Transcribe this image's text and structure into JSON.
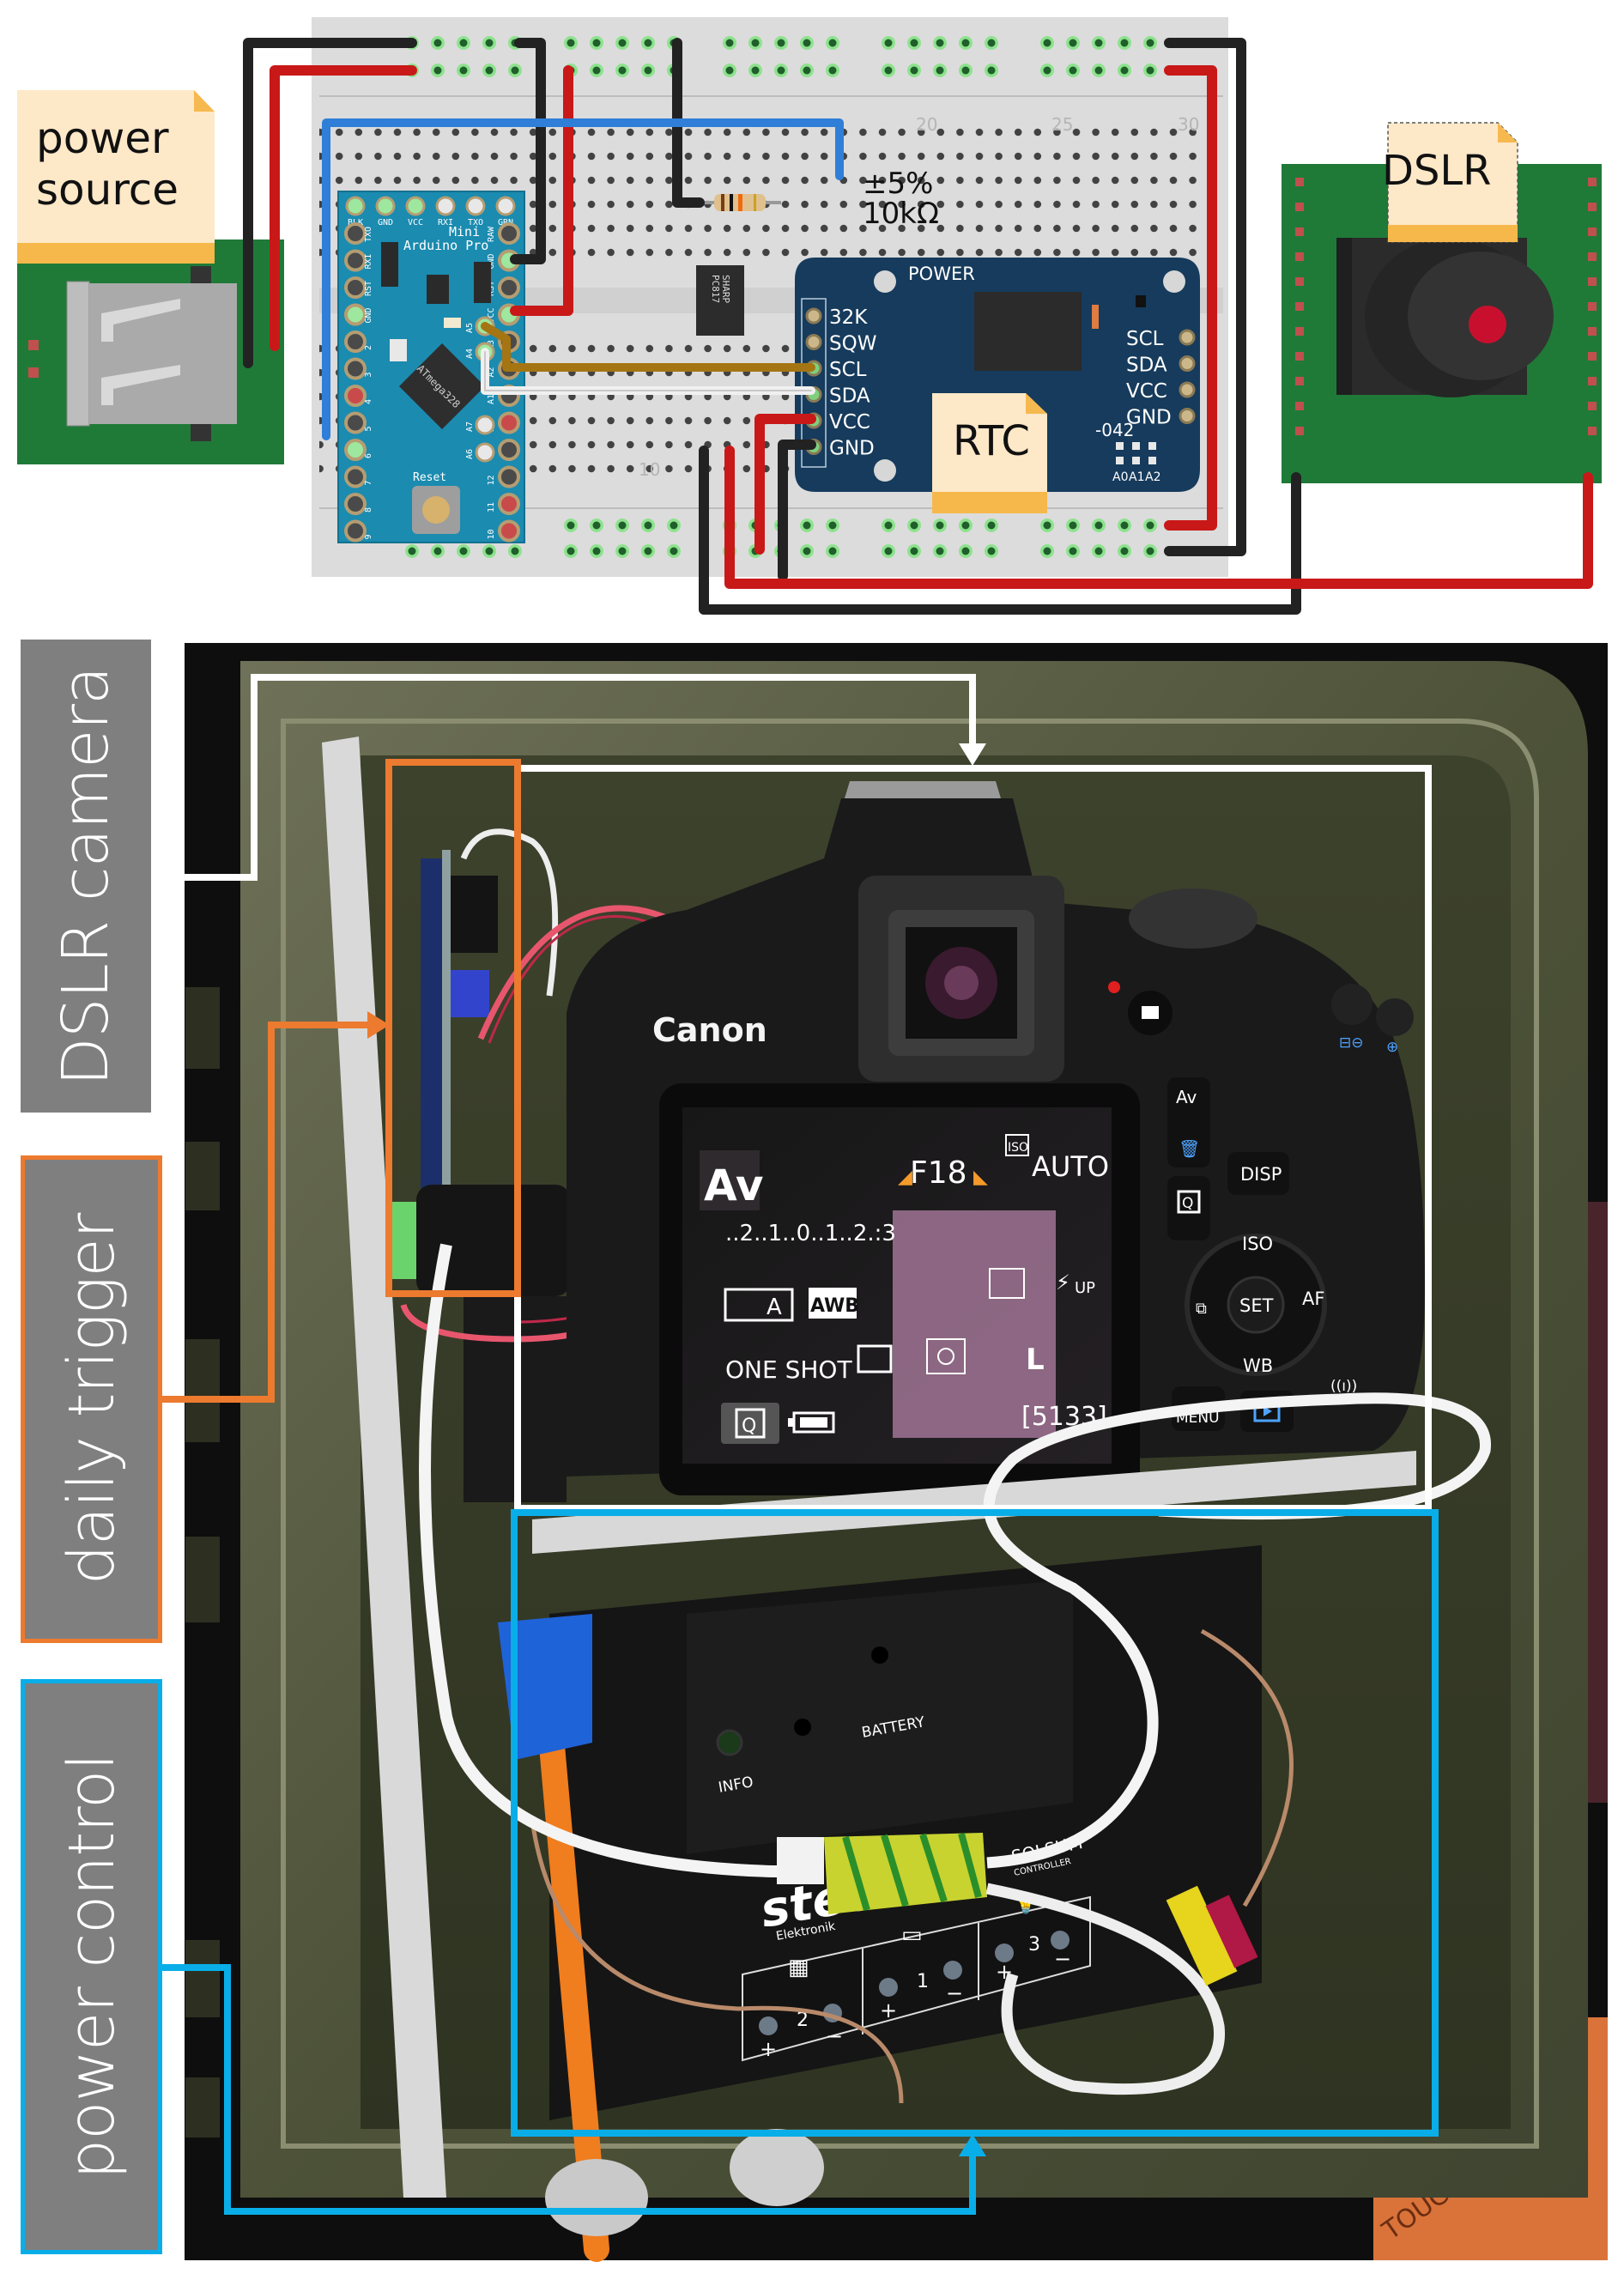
{
  "figure": {
    "breadboard_diagram": {
      "notes": {
        "power_source": [
          "power",
          "source"
        ],
        "rtc": "RTC",
        "dslr": "DSLR"
      },
      "resistor_label": {
        "tolerance": "±5%",
        "value": "10kΩ"
      },
      "breadboard_column_numbers": {
        "top": [
          "20",
          "25",
          "30"
        ],
        "bottom": [
          "10"
        ]
      },
      "arduino": {
        "name_line1": "Mini",
        "name_line2": "Arduino Pro",
        "chip": "ATmega328",
        "reset": "Reset",
        "top_pins": [
          "BLK",
          "GND",
          "VCC",
          "RXI",
          "TXO",
          "GRN"
        ],
        "left_pins": [
          "TXO",
          "RXI",
          "RST",
          "GND",
          "2",
          "3",
          "4",
          "5",
          "6",
          "7",
          "8",
          "9"
        ],
        "right_pins": [
          "RAW",
          "GND",
          "RST",
          "VCC",
          "A3",
          "A2",
          "A1",
          "A0",
          "13",
          "12",
          "11",
          "10"
        ],
        "inner_pins": [
          "A5",
          "A4",
          "A7",
          "A6"
        ]
      },
      "optocoupler": {
        "brand": "SHARP",
        "model": "PC817"
      },
      "rtc_module": {
        "power_label": "POWER",
        "left_pins": [
          "32K",
          "SQW",
          "SCL",
          "SDA",
          "VCC",
          "GND"
        ],
        "right_pins": [
          "SCL",
          "SDA",
          "VCC",
          "GND"
        ],
        "part_suffix": "-042",
        "address_pads": [
          "A0",
          "A1",
          "A2"
        ]
      },
      "wire_colors": {
        "gnd": "#222222",
        "vcc": "#cc1212",
        "trigger": "#2f7fd8",
        "scl": "#a47512",
        "sda": "#f2f2f2"
      }
    },
    "photo_annotations": {
      "labels": [
        {
          "text": "DSLR camera",
          "color": "#ffffff"
        },
        {
          "text": "daily trigger",
          "color": "#ec7a2f"
        },
        {
          "text": "power control",
          "color": "#09aee8"
        }
      ]
    },
    "camera_screen": {
      "brand": "Canon",
      "mode": "Av",
      "aperture": "F18",
      "iso_badge": "ISO",
      "iso_value": "AUTO",
      "exposure_scale": "..2..1..0..1..2.:3",
      "picture_style": "A",
      "white_balance": "AWB",
      "flash": "UP",
      "af_mode": "ONE SHOT",
      "image_quality": "L",
      "shots_remaining": "[5133]",
      "quick_button": "Q"
    },
    "camera_buttons": {
      "av_button": "Av",
      "q_button": "Q",
      "disp": "DISP",
      "iso": "ISO",
      "set": "SET",
      "af": "AF",
      "wb": "WB",
      "menu": "MENU"
    },
    "solar_controller": {
      "brand": "steca",
      "brand_sub": "Elektronik",
      "model": "SOLSUM",
      "model_sub": "CONTROLLER",
      "info": "INFO",
      "battery": "BATTERY",
      "terminals": [
        "1",
        "2",
        "3"
      ],
      "plus": "+",
      "minus": "−"
    },
    "cable_print": "TOUCH"
  }
}
